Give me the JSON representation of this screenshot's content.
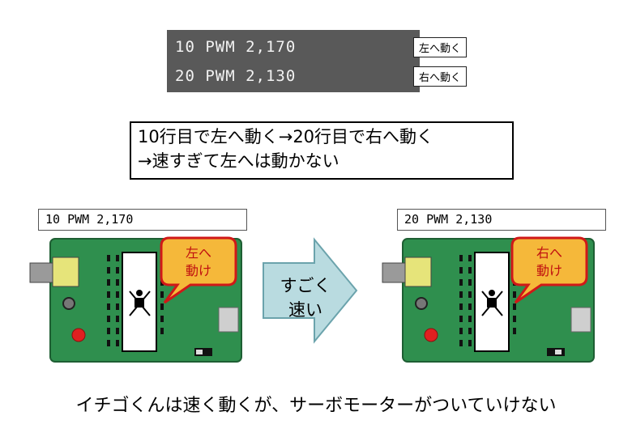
{
  "code": {
    "line1": "10 PWM 2,170",
    "line2": "20 PWM 2,130"
  },
  "tags": {
    "left": "左へ動く",
    "right": "右へ動く"
  },
  "note": {
    "line1": "10行目で左へ動く→20行目で右へ動く",
    "line2": "→速すぎて左へは動かない"
  },
  "left_panel": {
    "code": "10 PWM 2,170",
    "bubble_l1": "左へ",
    "bubble_l2": "動け"
  },
  "right_panel": {
    "code": "20 PWM 2,130",
    "bubble_l1": "右へ",
    "bubble_l2": "動け"
  },
  "arrow": {
    "line1": "すごく",
    "line2": "速い"
  },
  "caption": "イチゴくんは速く動くが、サーボモーターがついていけない",
  "colors": {
    "board": "#2f8f4e",
    "bubble_fill": "#f5b83a",
    "bubble_border": "#d01818",
    "arrow_fill": "#b9dbe0",
    "code_bg": "#595959"
  }
}
